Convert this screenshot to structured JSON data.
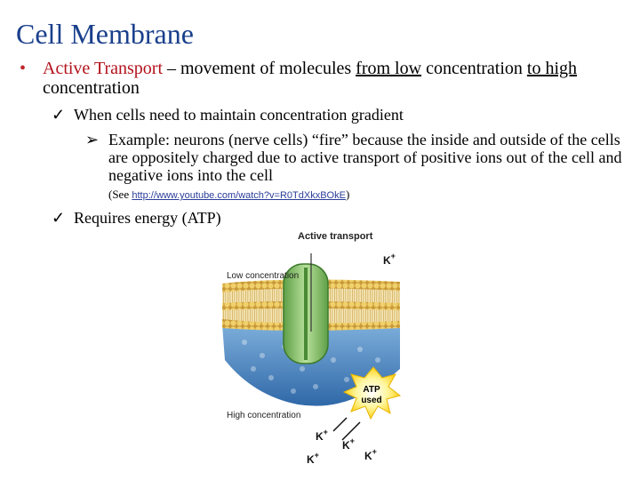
{
  "slide": {
    "title": "Cell Membrane",
    "bullet": {
      "term": "Active Transport",
      "pre": " – movement of molecules ",
      "from_low": "from low",
      "mid": " concentration ",
      "to_high": "to high",
      "post": " concentration"
    },
    "check1": "When cells need to maintain concentration gradient",
    "example": "Example: neurons (nerve cells) “fire” because the inside and outside of the cells are oppositely charged due to active transport of positive ions out of the cell and negative ions into the cell",
    "see_open": "(See ",
    "link": "http://www.youtube.com/watch?v=R0TdXkxBOkE",
    "see_close": ")",
    "check2": "Requires energy (ATP)"
  },
  "figure": {
    "title": "Active transport",
    "low": "Low concentration",
    "high": "High concentration",
    "atp_line1": "ATP",
    "atp_line2": "used",
    "ion": "K",
    "charge": "+"
  },
  "colors": {
    "title": "#1a3f8c",
    "term": "#b3121b",
    "link": "#2a3d9a",
    "membrane_heads": "#e8c75c",
    "protein": "#8cc56c",
    "cytoplasm": "#3c78b4"
  }
}
